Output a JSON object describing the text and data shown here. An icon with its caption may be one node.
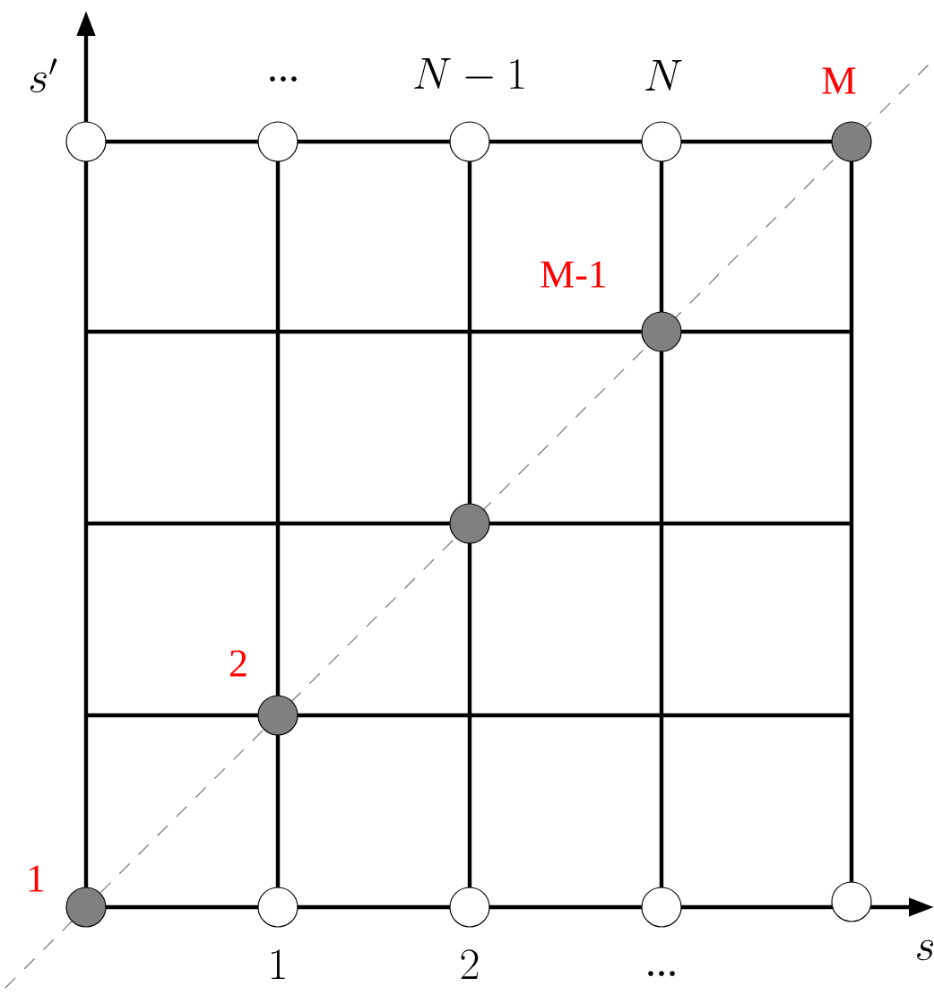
{
  "diagram": {
    "nodes": [
      {
        "text": [],
        "shape": "circle"
      },
      {
        "text": [],
        "shape": "circle"
      },
      {
        "text": [],
        "shape": "circle"
      },
      {
        "text": [],
        "shape": "circle"
      },
      {
        "text": [],
        "shape": "circle",
        "beside": [
          "M"
        ]
      },
      {
        "text": [],
        "shape": "circle",
        "beside": [
          "M-1"
        ]
      },
      {
        "text": [],
        "shape": "circle"
      },
      {
        "text": [],
        "shape": "circle"
      },
      {
        "text": [],
        "shape": "circle"
      },
      {
        "text": [],
        "shape": "circle"
      },
      {
        "text": [],
        "shape": "circle"
      },
      {
        "text": [],
        "shape": "circle"
      },
      {
        "text": [],
        "shape": "circle"
      }
    ],
    "labels": [
      "s'",
      "...",
      "N-1",
      "N",
      "2",
      "1",
      "1",
      "2",
      "...",
      "s"
    ]
  }
}
